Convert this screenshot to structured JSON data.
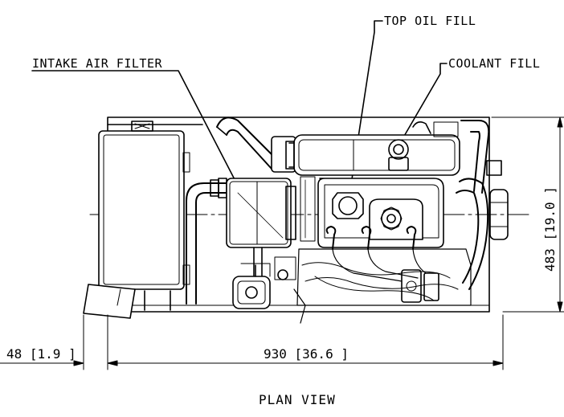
{
  "callouts": {
    "top_oil_fill": "TOP OIL FILL",
    "coolant_fill": "COOLANT FILL",
    "intake_air_filter": "INTAKE AIR FILTER"
  },
  "dimensions": {
    "height": "483 [19.0 ]",
    "offset": "48 [1.9 ]",
    "width": "930 [36.6 ]"
  },
  "view_title": "PLAN VIEW"
}
